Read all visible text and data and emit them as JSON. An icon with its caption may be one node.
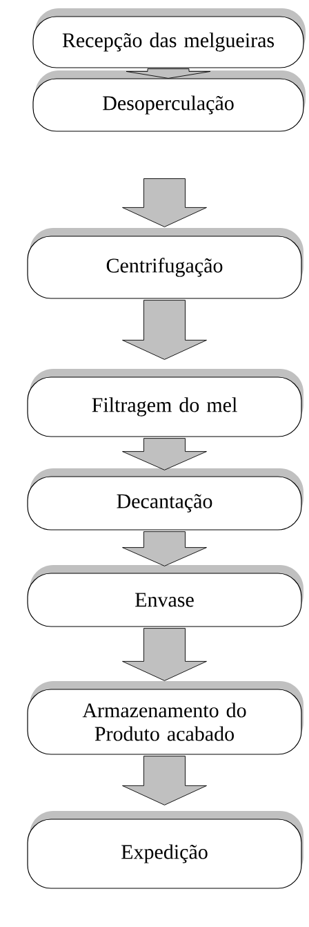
{
  "diagram": {
    "nodes": [
      {
        "text": [
          "Recepção das melgueiras"
        ]
      },
      {
        "text": [
          "Desoperculação"
        ]
      },
      {
        "text": [
          "Centrifugação"
        ]
      },
      {
        "text": [
          "Filtragem do mel"
        ]
      },
      {
        "text": [
          "Decantação"
        ]
      },
      {
        "text": [
          "Envase"
        ]
      },
      {
        "text": [
          "Armazenamento do Produto acabado"
        ]
      },
      {
        "text": [
          "Expedição"
        ]
      }
    ],
    "edges": [
      {
        "from": 0,
        "to": 1,
        "arrow": "to"
      },
      {
        "from": 1,
        "to": 2,
        "arrow": "to"
      },
      {
        "from": 2,
        "to": 3,
        "arrow": "to"
      },
      {
        "from": 3,
        "to": 4,
        "arrow": "to"
      },
      {
        "from": 4,
        "to": 5,
        "arrow": "to"
      },
      {
        "from": 5,
        "to": 6,
        "arrow": "to"
      },
      {
        "from": 6,
        "to": 7,
        "arrow": "to"
      }
    ]
  }
}
